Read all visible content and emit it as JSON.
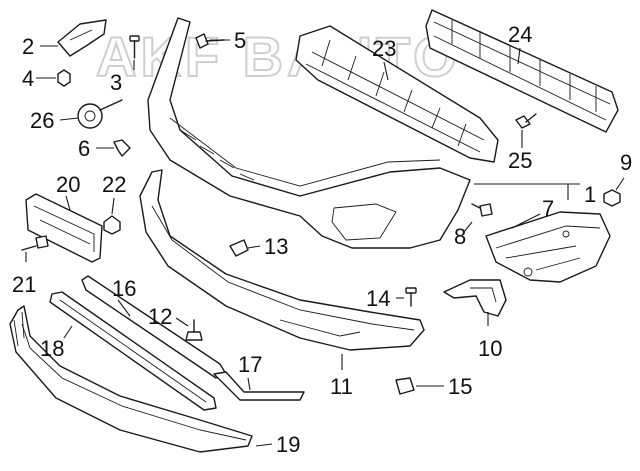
{
  "watermark": "AKF BAUTO",
  "callouts": {
    "c1": "1",
    "c2": "2",
    "c3": "3",
    "c4": "4",
    "c5": "5",
    "c6": "6",
    "c7": "7",
    "c8": "8",
    "c9": "9",
    "c10": "10",
    "c11": "11",
    "c12": "12",
    "c13": "13",
    "c14": "14",
    "c15": "15",
    "c16": "16",
    "c17": "17",
    "c18": "18",
    "c19": "19",
    "c20": "20",
    "c21": "21",
    "c22": "22",
    "c23": "23",
    "c24": "24",
    "c25": "25",
    "c26": "26"
  }
}
